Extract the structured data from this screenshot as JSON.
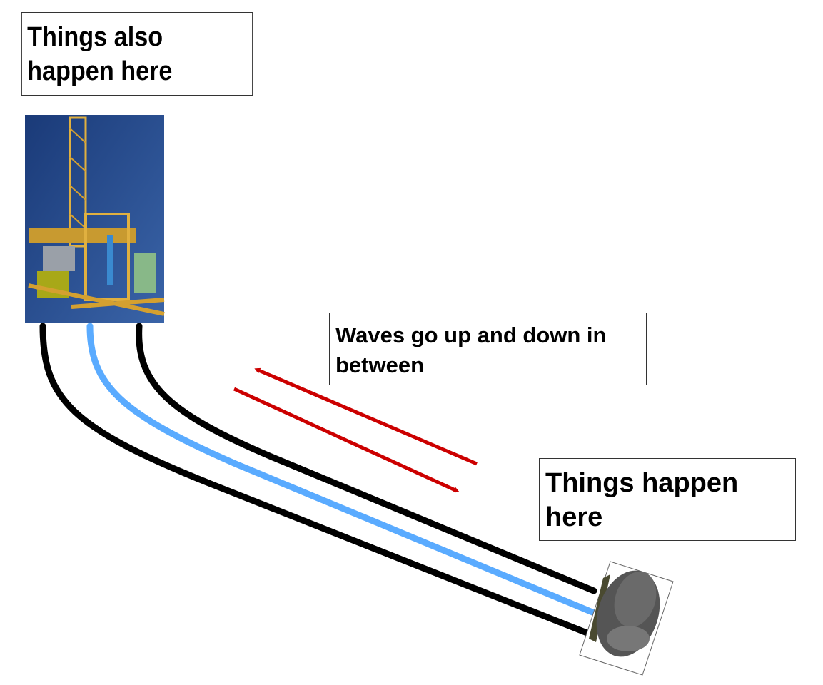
{
  "labels": {
    "surface": "Things also happen here",
    "between": "Waves go up and down in between",
    "downhole": "Things happen here"
  },
  "colors": {
    "pipe": "#000000",
    "signal_line": "#5aabff",
    "arrows": "#cc0000",
    "rig_background": "#1e3f7a"
  }
}
